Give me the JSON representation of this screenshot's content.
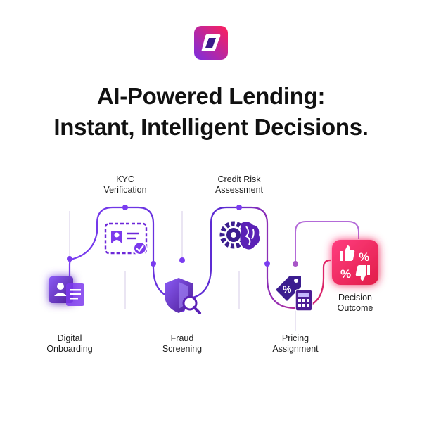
{
  "header": {
    "title_line1": "AI-Powered Lending:",
    "title_line2": "Instant, Intelligent Decisions."
  },
  "colors": {
    "accent_start": "#6a2bd8",
    "accent_end": "#e8225c",
    "text": "#111111"
  },
  "steps": [
    {
      "line1": "Digital",
      "line2": "Onboarding",
      "icon": "document-user-icon"
    },
    {
      "line1": "KYC",
      "line2": "Verification",
      "icon": "id-card-check-icon"
    },
    {
      "line1": "Fraud",
      "line2": "Screening",
      "icon": "shield-search-icon"
    },
    {
      "line1": "Credit Risk",
      "line2": "Assessment",
      "icon": "brain-gear-icon"
    },
    {
      "line1": "Pricing",
      "line2": "Assignment",
      "icon": "price-tag-calculator-icon"
    },
    {
      "line1": "Decision",
      "line2": "Outcome",
      "icon": "thumbs-percent-icon"
    }
  ]
}
